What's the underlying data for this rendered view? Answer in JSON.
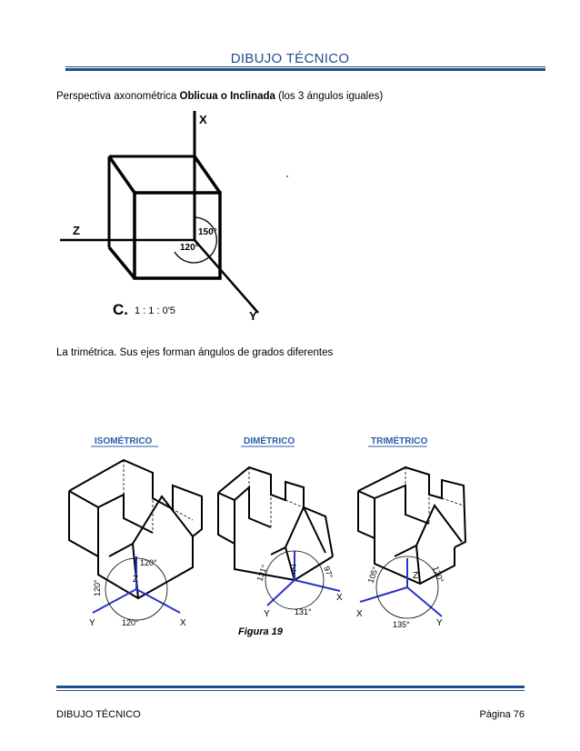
{
  "header": {
    "title": "DIBUJO TÉCNICO"
  },
  "intro": {
    "prefix": "Perspectiva axonométrica ",
    "bold": "Oblicua o Inclinada",
    "suffix": " (los 3 ángulos iguales)"
  },
  "figure1": {
    "axis_x": "X",
    "axis_y": "Y",
    "axis_z": "Z",
    "angle_a": "150°",
    "angle_b": "120°",
    "scale_c": "C.",
    "scale_ratio": "1 : 1 : 0'5"
  },
  "trimetric_text": "La trimétrica. Sus ejes forman ángulos de grados diferentes",
  "figure2": {
    "isometric": {
      "title": "ISOMÉTRICO",
      "angle_top": "120°",
      "angle_left": "120°",
      "angle_bottom": "120°",
      "axis_x": "X",
      "axis_y": "Y",
      "axis_z": "Z"
    },
    "dimetric": {
      "title": "DIMÉTRICO",
      "angle_left": "131°",
      "angle_right": "97°",
      "angle_bottom": "131°",
      "axis_x": "X",
      "axis_y": "Y",
      "axis_z": "Z"
    },
    "trimetric": {
      "title": "TRIMÉTRICO",
      "angle_left": "105°",
      "angle_right": "120°",
      "angle_bottom": "135°",
      "axis_x": "X",
      "axis_y": "Y",
      "axis_z": "Z"
    },
    "caption": "Figura 19"
  },
  "footer": {
    "left": "DIBUJO TÉCNICO",
    "right": "Página 76"
  },
  "colors": {
    "heading": "#1f4e8c",
    "axis_blue": "#2a34c8",
    "title_blue": "#2a5ea8"
  }
}
